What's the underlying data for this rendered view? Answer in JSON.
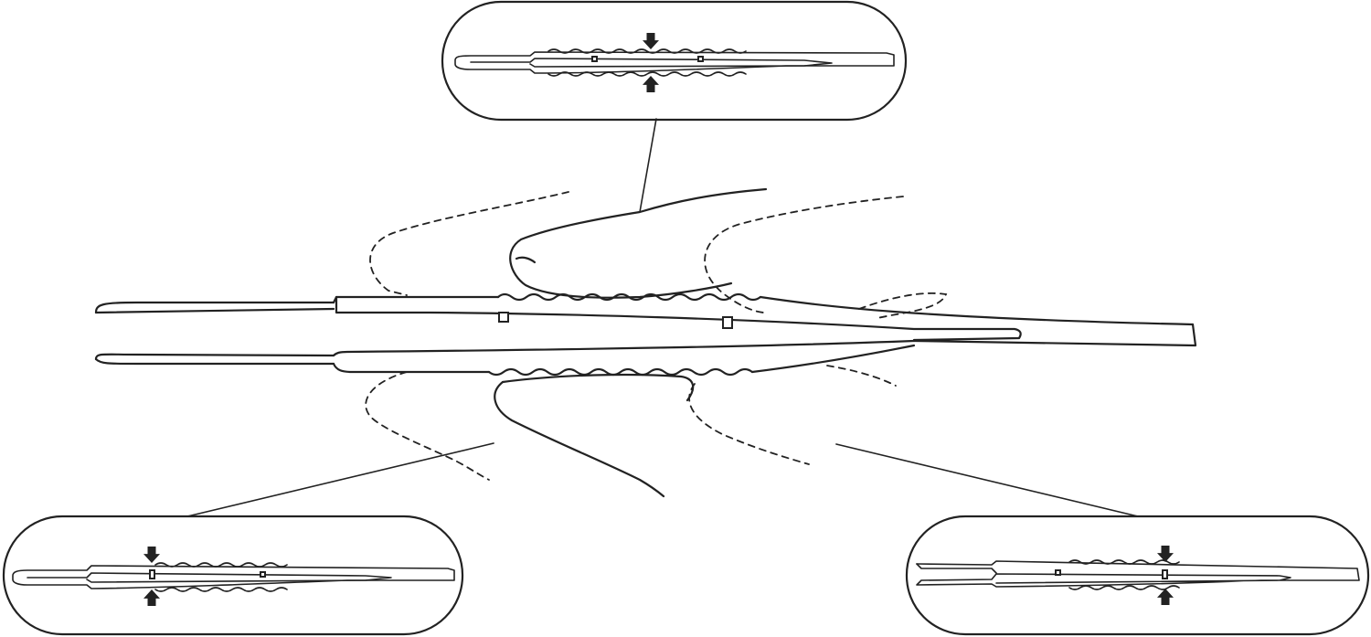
{
  "diagram": {
    "callouts": [
      {
        "id": "top",
        "arrow_position": "middle"
      },
      {
        "id": "bottom-left",
        "arrow_position": "left-third"
      },
      {
        "id": "bottom-right",
        "arrow_position": "right-third"
      }
    ],
    "colors": {
      "ink": "#222222",
      "background": "#ffffff"
    },
    "icons": [
      "down-arrow-icon",
      "up-arrow-icon"
    ]
  }
}
